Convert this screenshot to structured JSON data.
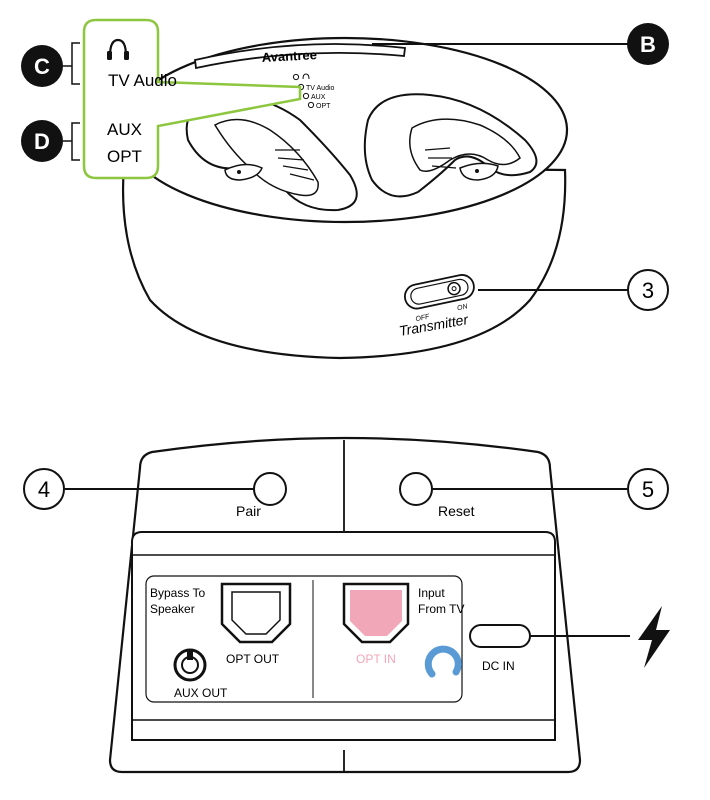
{
  "top_unit": {
    "brand": "Avantree",
    "led_labels": [
      "TV Audio",
      "AUX",
      "OPT"
    ],
    "switch_labels": {
      "off": "OFF",
      "on": "ON"
    },
    "name": "Transmitter"
  },
  "callouts": {
    "b": "B",
    "c": "C",
    "d": "D",
    "three": "3",
    "four": "4",
    "five": "5"
  },
  "mode_box": {
    "headphone_icon": "headphone-icon",
    "tv_audio": "TV Audio",
    "aux": "AUX",
    "opt": "OPT",
    "border_color": "#8dc63f"
  },
  "bottom_unit": {
    "pair": "Pair",
    "reset": "Reset",
    "bypass_line1": "Bypass To",
    "bypass_line2": "Speaker",
    "opt_out": "OPT OUT",
    "aux_out": "AUX OUT",
    "input_line1": "Input",
    "input_line2": "From TV",
    "opt_in": "OPT IN",
    "dc_in": "DC IN",
    "opt_in_color": "#f2a7b8",
    "jack_ring_color": "#5b9bd5",
    "power_icon": "lightning-bolt-icon"
  }
}
